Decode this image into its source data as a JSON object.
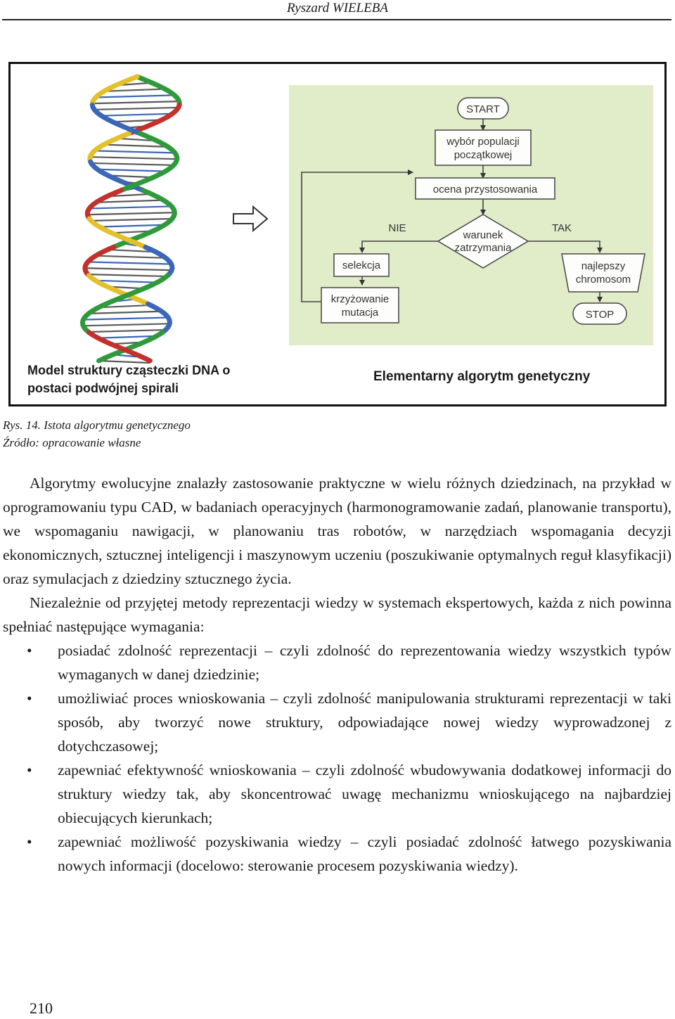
{
  "header": {
    "author": "Ryszard WIELEBA"
  },
  "figure": {
    "left_caption_lines": [
      "Model struktury cząsteczki DNA o",
      "postaci podwójnej spirali"
    ],
    "right_caption": "Elementarny algorytm genetyczny",
    "flowchart": {
      "start": "START",
      "init_lines": [
        "wybór populacji",
        "początkowej"
      ],
      "evaluate": "ocena przystosowania",
      "condition_lines": [
        "warunek",
        "zatrzymania"
      ],
      "no_label": "NIE",
      "yes_label": "TAK",
      "selection": "selekcja",
      "crossover_lines": [
        "krzyżowanie",
        "mutacja"
      ],
      "best_lines": [
        "najlepszy",
        "chromosom"
      ],
      "stop": "STOP"
    },
    "icons": [
      "dna-helix-icon",
      "right-arrow-icon"
    ],
    "colors": {
      "flow_bg": "#e1ecc9",
      "dna_green": "#2f9a3a",
      "dna_red": "#c4302b",
      "dna_yellow": "#e4c02a",
      "dna_blue": "#3a67b8"
    }
  },
  "caption": {
    "line1": "Rys. 14. Istota algorytmu genetycznego",
    "line2": "Źródło: opracowanie własne"
  },
  "paragraphs": [
    "Algorytmy ewolucyjne znalazły zastosowanie praktyczne w wielu różnych dziedzinach, na przykład w oprogramowaniu typu CAD, w badaniach operacyjnych (harmonogramowanie zadań, planowanie transportu), we wspomaganiu nawigacji, w planowaniu tras robotów, w narzędziach wspomagania decyzji ekonomicznych, sztucznej inteligencji i maszynowym uczeniu (poszukiwanie optymalnych reguł klasyfikacji) oraz symulacjach z dziedziny sztucznego życia.",
    "Niezależnie od przyjętej metody reprezentacji wiedzy w systemach ekspertowych, każda z nich powinna spełniać następujące wymagania:"
  ],
  "bullet_symbol": "•",
  "bullets": [
    "posiadać zdolność reprezentacji – czyli zdolność do reprezentowania wiedzy wszystkich typów wymaganych w danej dziedzinie;",
    "umożliwiać proces wnioskowania – czyli zdolność manipulowania strukturami reprezentacji w taki sposób, aby tworzyć nowe struktury, odpowiadające nowej wiedzy wyprowadzonej z dotychczasowej;",
    "zapewniać efektywność wnioskowania – czyli zdolność wbudowywania dodatkowej informacji do struktury wiedzy tak, aby skoncentrować uwagę mechanizmu wnioskującego na najbardziej obiecujących kierunkach;",
    "zapewniać możliwość pozyskiwania wiedzy – czyli posiadać zdolność łatwego pozyskiwania nowych informacji (docelowo: sterowanie procesem pozyskiwania wiedzy)."
  ],
  "page_number": "210"
}
